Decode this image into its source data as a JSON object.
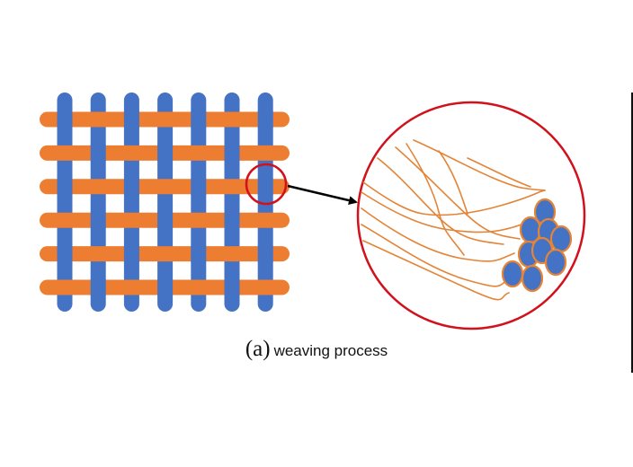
{
  "figure": {
    "caption_prefix": "(a)",
    "caption_text": "weaving process",
    "weave": {
      "warp_count": 7,
      "weft_count": 6,
      "pattern": "plain weave"
    },
    "colors": {
      "warp": "#4472C4",
      "weft": "#ED7D31",
      "highlight_ring": "#D1111B",
      "arrow": "#000000",
      "fiber_outline": "#E38437",
      "fiber_core": "#4472C4"
    },
    "icons": {
      "weave": "woven-fabric-icon",
      "zoom_marker": "magnifier-circle-icon",
      "pointer": "arrow-right-icon",
      "detail": "twisted-yarn-bundle-icon"
    }
  }
}
